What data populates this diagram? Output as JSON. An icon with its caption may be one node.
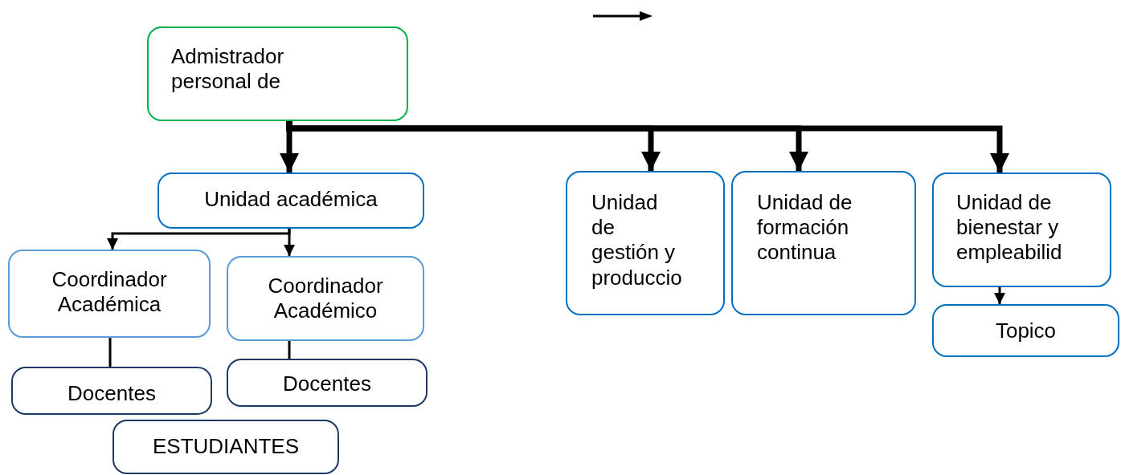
{
  "diagram": {
    "nodes": [
      {
        "text": [
          "Admistrador personal de"
        ]
      },
      {
        "text": [
          "Unidad académica"
        ]
      },
      {
        "text": [
          "Coordinador Académica"
        ]
      },
      {
        "text": [
          "Coordinador Académico"
        ]
      },
      {
        "text": [
          "Docentes"
        ]
      },
      {
        "text": [
          "Docentes"
        ]
      },
      {
        "text": [
          "ESTUDIANTES"
        ]
      },
      {
        "text": [
          "Unidad de gestión y produccio"
        ]
      },
      {
        "text": [
          "Unidad de formación continua"
        ]
      },
      {
        "text": [
          "Unidad de bienestar y empleabilid"
        ]
      },
      {
        "text": [
          "Topico"
        ]
      }
    ],
    "edges": [
      {
        "from": 0,
        "to": 1,
        "arrow": "to",
        "style": "thick"
      },
      {
        "from": 0,
        "to": 7,
        "arrow": "to",
        "style": "thick"
      },
      {
        "from": 0,
        "to": 8,
        "arrow": "to",
        "style": "thick"
      },
      {
        "from": 0,
        "to": 9,
        "arrow": "to",
        "style": "thick"
      },
      {
        "from": 1,
        "to": 2,
        "arrow": "to"
      },
      {
        "from": 1,
        "to": 3,
        "arrow": "to"
      },
      {
        "from": 2,
        "to": 4,
        "arrow": "none"
      },
      {
        "from": 3,
        "to": 5,
        "arrow": "none"
      },
      {
        "from": 9,
        "to": 10,
        "arrow": "to"
      }
    ]
  }
}
